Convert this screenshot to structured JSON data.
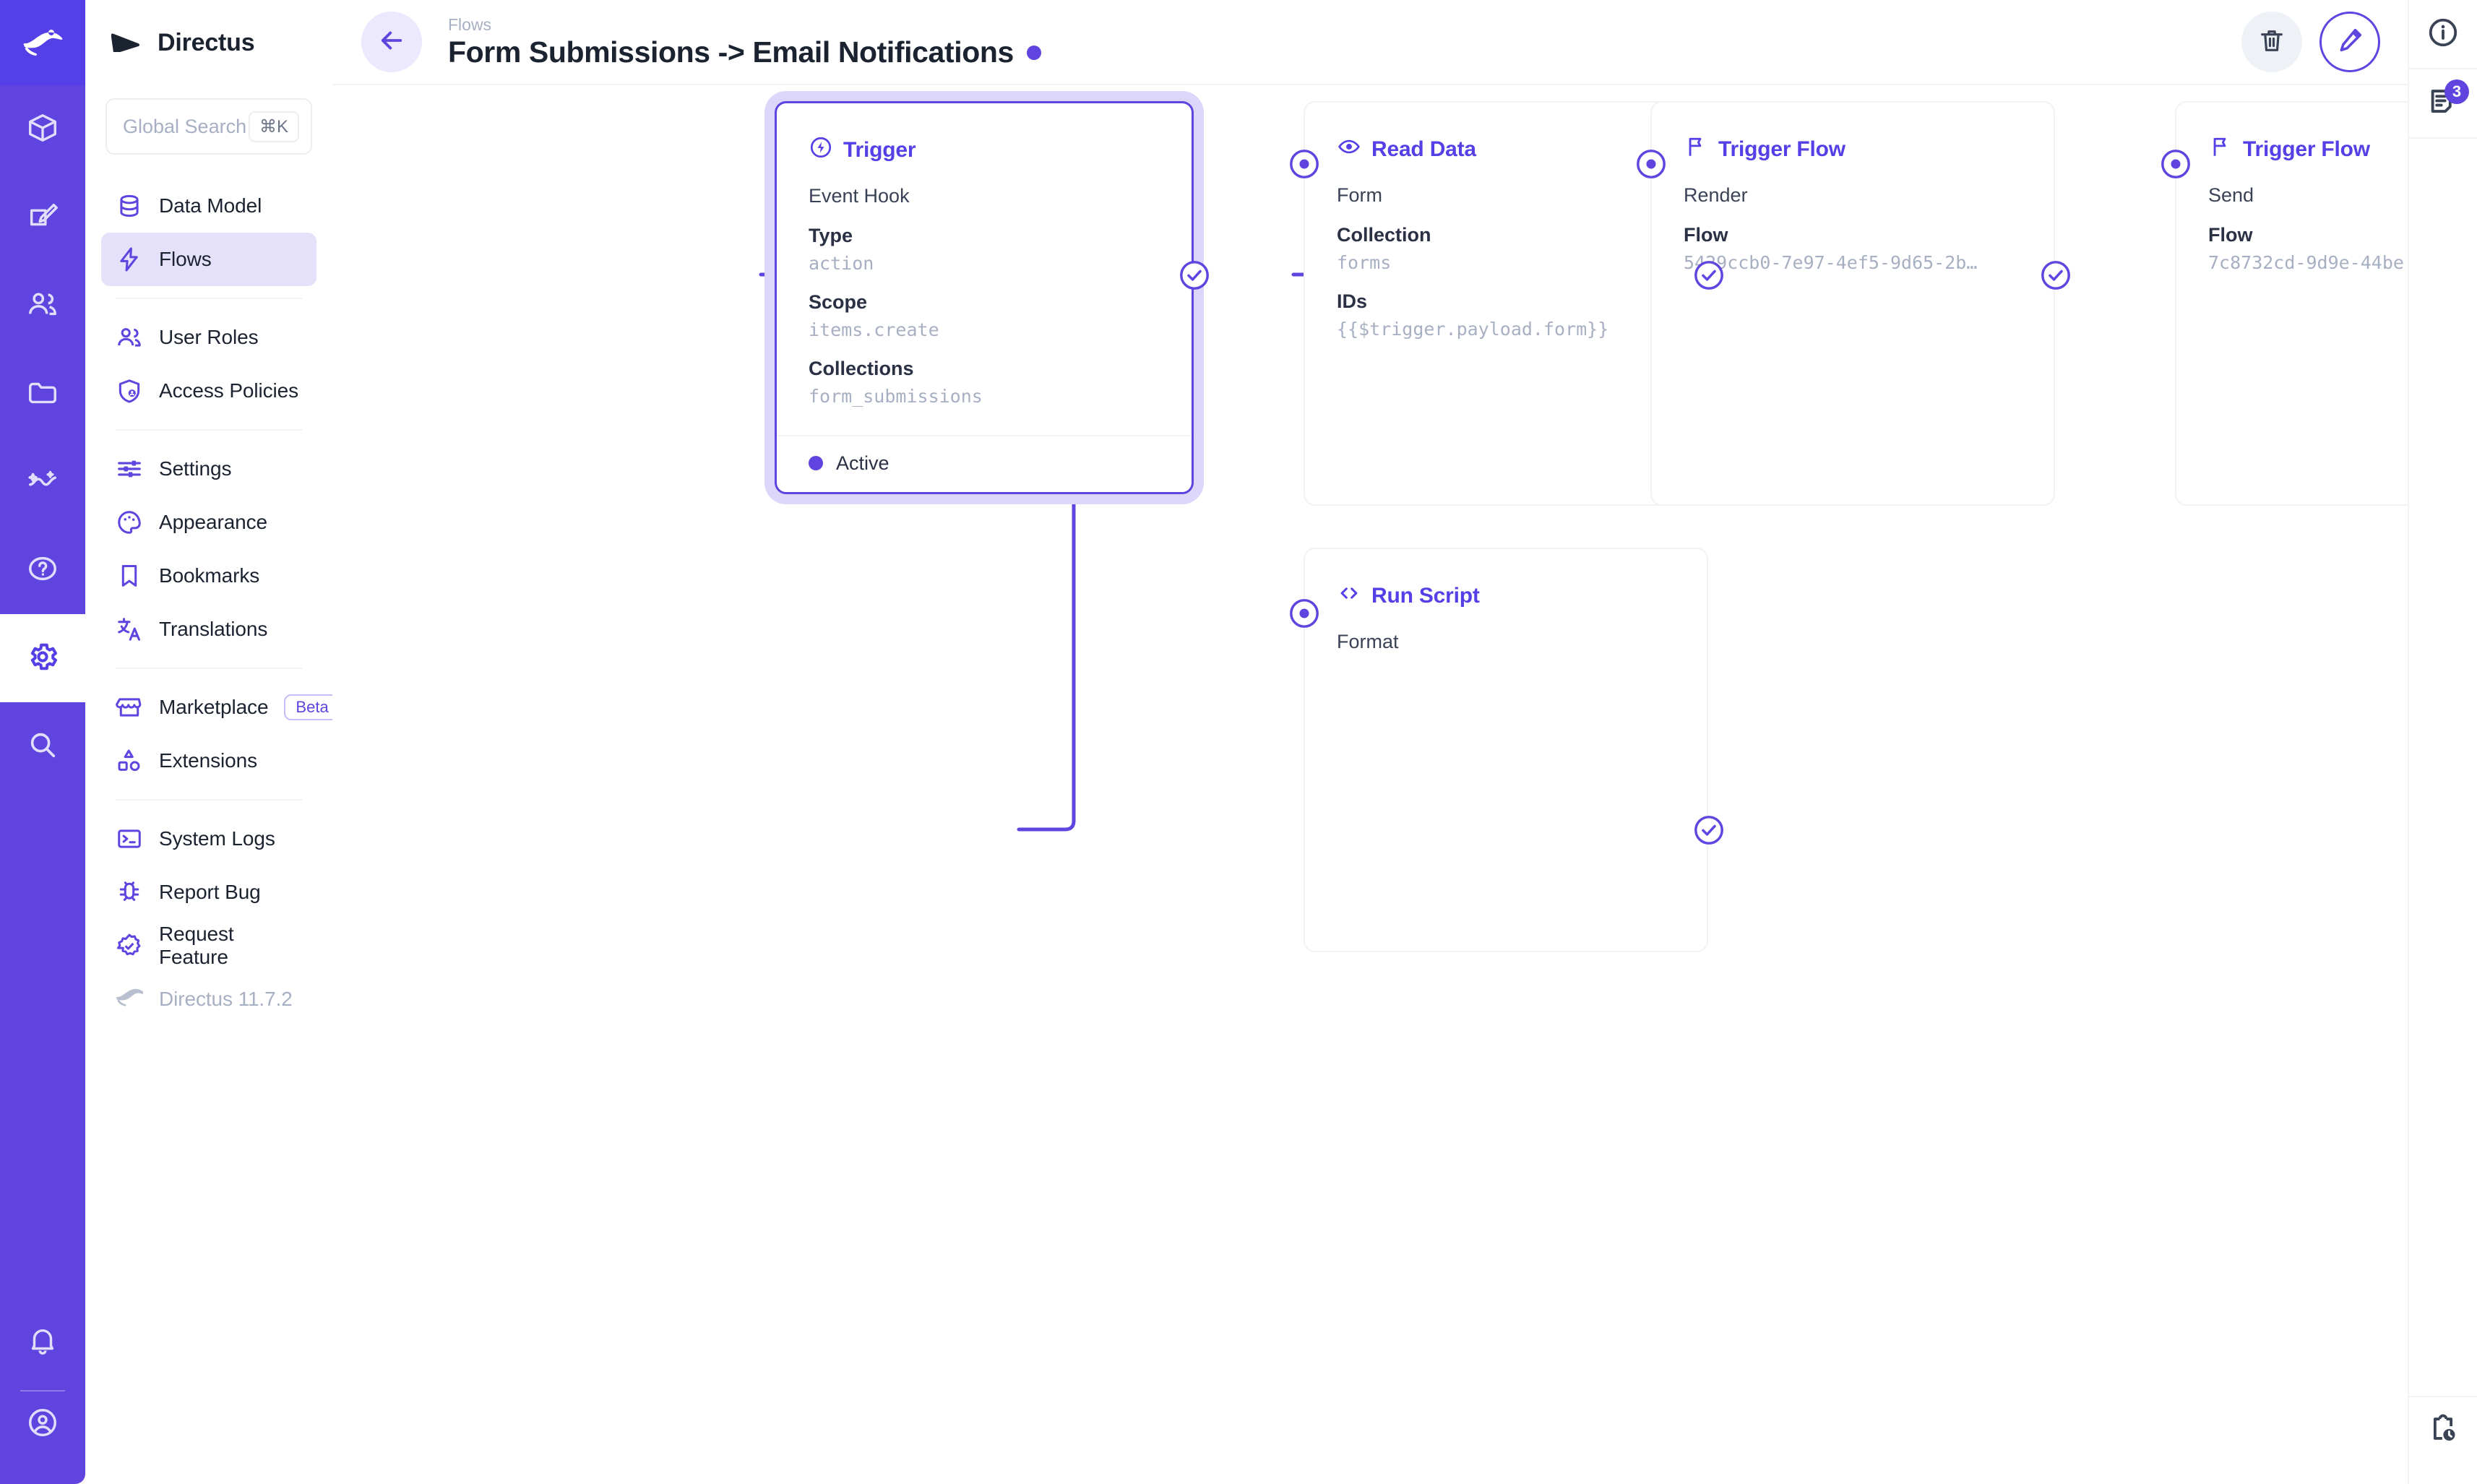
{
  "module_bar": {
    "logo_icon": "directus-rabbit-logo",
    "items": [
      {
        "icon": "box-icon",
        "name": "content-module",
        "active": false
      },
      {
        "icon": "edit-box-icon",
        "name": "editor-module",
        "active": false
      },
      {
        "icon": "users-icon",
        "name": "users-module",
        "active": false
      },
      {
        "icon": "folder-icon",
        "name": "files-module",
        "active": false
      },
      {
        "icon": "insights-icon",
        "name": "insights-module",
        "active": false
      },
      {
        "icon": "help-circle-icon",
        "name": "help-module",
        "active": false
      },
      {
        "icon": "gear-icon",
        "name": "settings-module",
        "active": true
      },
      {
        "icon": "search-icon",
        "name": "search-module",
        "active": false
      }
    ],
    "bottom": [
      {
        "icon": "bell-icon",
        "name": "notifications-button"
      },
      {
        "icon": "account-circle-icon",
        "name": "user-account-button"
      }
    ]
  },
  "sidebar": {
    "brand": "Directus",
    "brand_icon": "directus-mark-icon",
    "search": {
      "placeholder": "Global Search",
      "shortcut": "⌘K",
      "icon": "search-icon"
    },
    "groups": [
      {
        "items": [
          {
            "label": "Data Model",
            "icon": "database-icon",
            "active": false
          },
          {
            "label": "Flows",
            "icon": "bolt-icon",
            "active": true
          }
        ]
      },
      {
        "items": [
          {
            "label": "User Roles",
            "icon": "users-icon",
            "active": false
          },
          {
            "label": "Access Policies",
            "icon": "shield-user-icon",
            "active": false
          }
        ]
      },
      {
        "items": [
          {
            "label": "Settings",
            "icon": "sliders-icon",
            "active": false
          },
          {
            "label": "Appearance",
            "icon": "palette-icon",
            "active": false
          },
          {
            "label": "Bookmarks",
            "icon": "bookmark-icon",
            "active": false
          },
          {
            "label": "Translations",
            "icon": "translate-icon",
            "active": false
          }
        ]
      },
      {
        "items": [
          {
            "label": "Marketplace",
            "icon": "storefront-icon",
            "badge": "Beta",
            "active": false
          },
          {
            "label": "Extensions",
            "icon": "shapes-icon",
            "active": false
          }
        ]
      },
      {
        "items": [
          {
            "label": "System Logs",
            "icon": "terminal-icon",
            "active": false
          },
          {
            "label": "Report Bug",
            "icon": "bug-icon",
            "active": false
          },
          {
            "label": "Request Feature",
            "icon": "badge-check-icon",
            "active": false
          },
          {
            "label": "Directus 11.7.2",
            "icon": "rabbit-icon",
            "active": false,
            "muted": true
          }
        ]
      }
    ]
  },
  "header": {
    "breadcrumb": "Flows",
    "title": "Form Submissions -> Email Notifications",
    "status_color": "#6044df",
    "back_icon": "arrow-left-icon",
    "actions": [
      {
        "name": "delete-flow-button",
        "icon": "trash-icon"
      },
      {
        "name": "edit-flow-button",
        "icon": "pencil-icon"
      }
    ]
  },
  "right_rail": {
    "items": [
      {
        "name": "info-sidebar-button",
        "icon": "info-circle-icon",
        "badge": null
      },
      {
        "name": "flow-logs-button",
        "icon": "logs-icon",
        "badge": "3"
      }
    ],
    "bottom": [
      {
        "name": "activity-log-button",
        "icon": "clipboard-clock-icon"
      }
    ]
  },
  "flow": {
    "accent": "#6044df",
    "nodes": [
      {
        "id": "trigger",
        "type": "trigger",
        "title": "Trigger",
        "icon": "bolt-circle-icon",
        "selected": true,
        "subtitle": "Event Hook",
        "fields": [
          {
            "key": "Type",
            "value": "action"
          },
          {
            "key": "Scope",
            "value": "items.create"
          },
          {
            "key": "Collections",
            "value": "form_submissions"
          }
        ],
        "footer": {
          "status": "Active",
          "color": "#6044df"
        }
      },
      {
        "id": "read-data",
        "type": "operation",
        "title": "Read Data",
        "icon": "eye-icon",
        "selected": false,
        "subtitle": "Form",
        "fields": [
          {
            "key": "Collection",
            "value": "forms"
          },
          {
            "key": "IDs",
            "value": "{{$trigger.payload.form}}"
          }
        ]
      },
      {
        "id": "run-script",
        "type": "operation",
        "title": "Run Script",
        "icon": "code-icon",
        "selected": false,
        "subtitle": "Format",
        "fields": []
      },
      {
        "id": "trigger-flow-render",
        "type": "operation",
        "title": "Trigger Flow",
        "icon": "flag-icon",
        "selected": false,
        "subtitle": "Render",
        "fields": [
          {
            "key": "Flow",
            "value": "5429ccb0-7e97-4ef5-9d65-2b…"
          }
        ]
      },
      {
        "id": "trigger-flow-send",
        "type": "operation",
        "title": "Trigger Flow",
        "icon": "flag-icon",
        "selected": false,
        "subtitle": "Send",
        "fields": [
          {
            "key": "Flow",
            "value": "7c8732cd-9d9e-44be"
          }
        ]
      }
    ],
    "edges": [
      {
        "from": "trigger",
        "to": "read-data",
        "kind": "resolve"
      },
      {
        "from": "read-data",
        "to": "run-script",
        "kind": "resolve"
      },
      {
        "from": "run-script",
        "to": "trigger-flow-render",
        "kind": "resolve"
      },
      {
        "from": "trigger-flow-render",
        "to": "trigger-flow-send",
        "kind": "resolve"
      }
    ]
  }
}
